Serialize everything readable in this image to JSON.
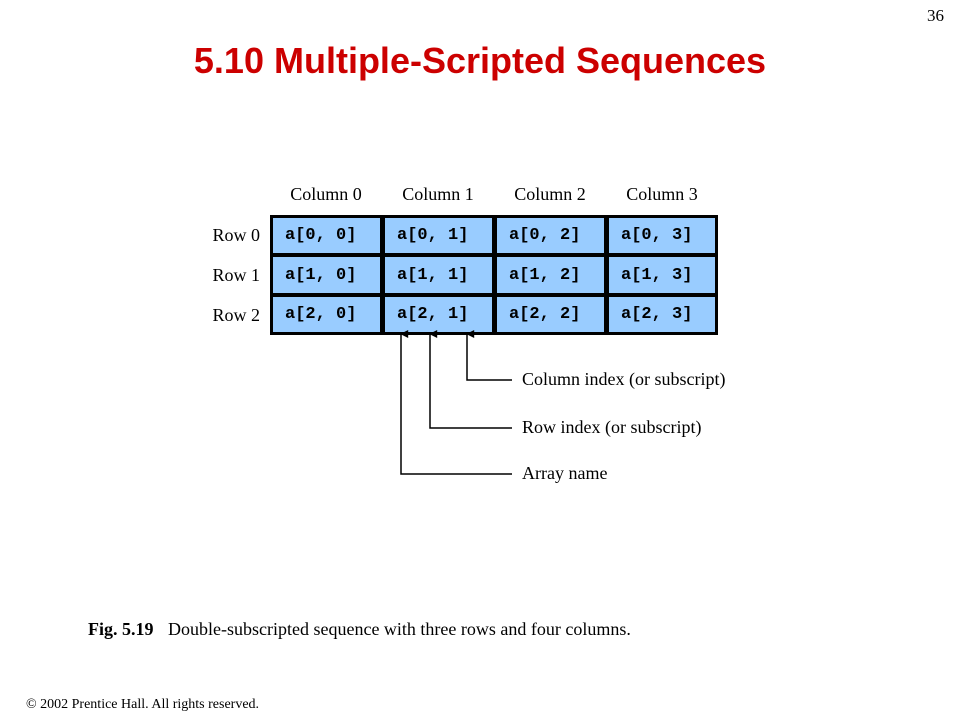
{
  "page_number": "36",
  "title": "5.10 Multiple-Scripted Sequences",
  "columns": [
    "Column 0",
    "Column 1",
    "Column 2",
    "Column 3"
  ],
  "rows": [
    "Row 0",
    "Row 1",
    "Row 2"
  ],
  "cells": [
    [
      "a[0, 0]",
      "a[0, 1]",
      "a[0, 2]",
      "a[0, 3]"
    ],
    [
      "a[1, 0]",
      "a[1, 1]",
      "a[1, 2]",
      "a[1, 3]"
    ],
    [
      "a[2, 0]",
      "a[2, 1]",
      "a[2, 2]",
      "a[2, 3]"
    ]
  ],
  "callouts": {
    "column_index": "Column index (or subscript)",
    "row_index": "Row index (or subscript)",
    "array_name": "Array name"
  },
  "caption": {
    "label": "Fig. 5.19",
    "text": "Double-subscripted sequence with three rows and four columns."
  },
  "copyright": "© 2002 Prentice Hall. All rights reserved.",
  "colors": {
    "title": "#cc0000",
    "cell_fill": "#99ccff",
    "cell_border": "#000000"
  }
}
